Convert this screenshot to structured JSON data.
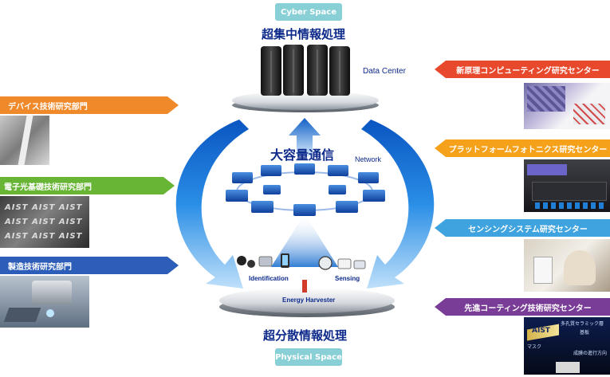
{
  "top_pill": "Cyber Space",
  "bottom_pill": "Physical Space",
  "top_title": "超集中情報処理",
  "bottom_title": "超分散情報処理",
  "center_title": "大容量通信",
  "labels": {
    "data_center": "Data Center",
    "network": "Network",
    "identification": "Identification",
    "sensing": "Sensing",
    "energy_harvester": "Energy Harvester"
  },
  "left_depts": [
    {
      "label": "デバイス技術研究部門",
      "color": "#f0892a"
    },
    {
      "label": "電子光基礎技術研究部門",
      "color": "#68b535"
    },
    {
      "label": "製造技術研究部門",
      "color": "#2c5db8"
    }
  ],
  "right_centers": [
    {
      "label": "新原理コンピューティング研究センター",
      "color": "#e8482b"
    },
    {
      "label": "プラットフォームフォトニクス研究センター",
      "color": "#f6a11a"
    },
    {
      "label": "センシングシステム研究センター",
      "color": "#3ea3de"
    },
    {
      "label": "先進コーティング技術研究センター",
      "color": "#7a3d97"
    }
  ],
  "photo_text": {
    "aist_lines": [
      "AIST AIST AIST",
      "AIST AIST AIST",
      "AIST AIST AIST"
    ],
    "coating_a": "AIST",
    "coating_b": "多孔質セラミック層",
    "coating_c": "基板",
    "coating_d": "マスク",
    "coating_e": "成膜の進行方向"
  },
  "colors": {
    "navy": "#0d2a8a",
    "arrow_blue": "#1a6fd0",
    "pill": "#88cfd6"
  }
}
